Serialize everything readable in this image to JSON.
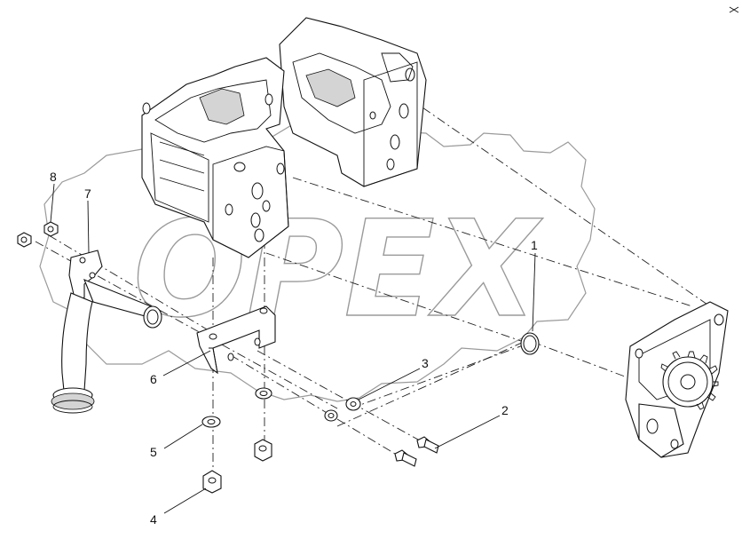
{
  "watermark": {
    "text": "OPEX"
  },
  "callouts": [
    {
      "id": "1",
      "label": "1"
    },
    {
      "id": "2",
      "label": "2"
    },
    {
      "id": "3",
      "label": "3"
    },
    {
      "id": "4",
      "label": "4"
    },
    {
      "id": "5",
      "label": "5"
    },
    {
      "id": "6",
      "label": "6"
    },
    {
      "id": "7",
      "label": "7"
    },
    {
      "id": "8",
      "label": "8"
    }
  ],
  "colors": {
    "line": "#111111",
    "watermark": "#9a9a9a",
    "background": "#ffffff"
  }
}
